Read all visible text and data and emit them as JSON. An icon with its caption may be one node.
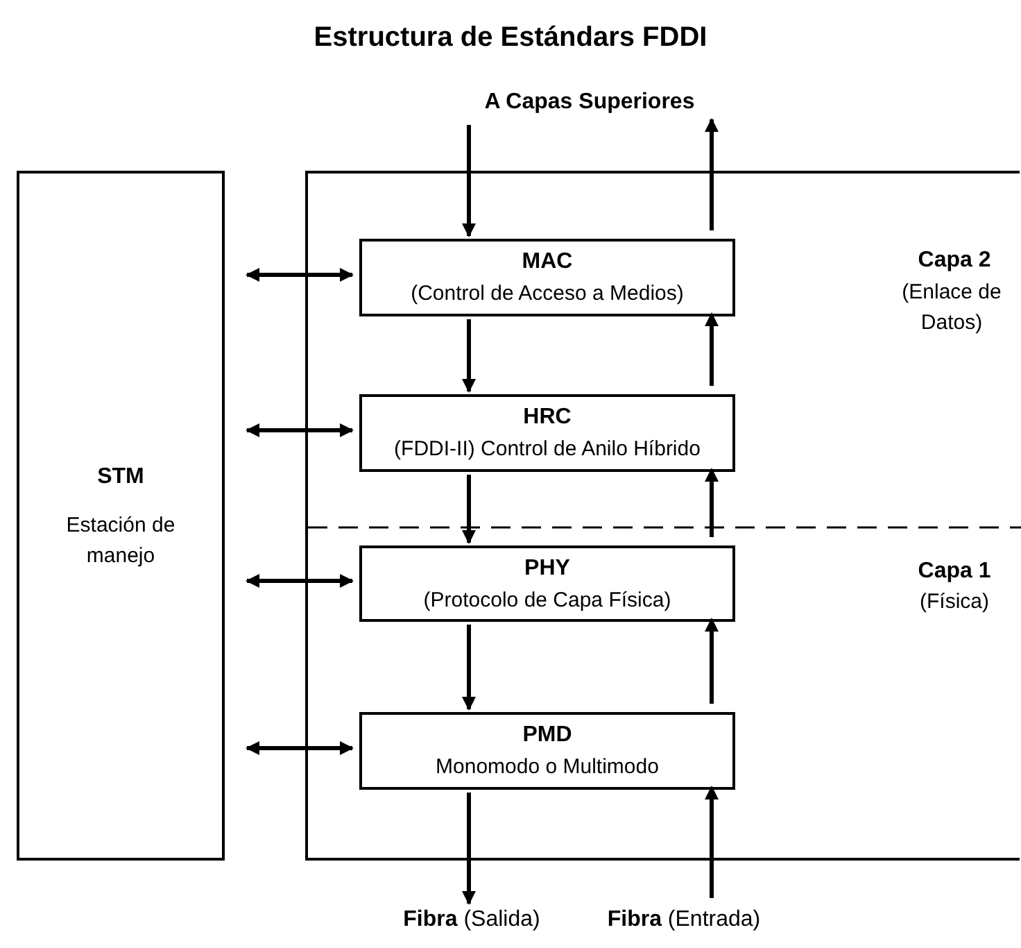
{
  "diagram": {
    "title": "Estructura de Estándars FDDI",
    "nodes": [
      {
        "text": [
          "STM",
          "Estación de manejo"
        ]
      },
      {
        "text": [],
        "shape": "box"
      },
      {
        "text": [
          "MAC",
          "(Control de Acceso a Medios)"
        ],
        "in": 1
      },
      {
        "text": [
          "HRC",
          "(FDDI-II) Control de Anilo Híbrido"
        ],
        "in": 1
      },
      {
        "text": [
          "PHY",
          "(Protocolo de Capa Física)"
        ],
        "in": 1
      },
      {
        "text": [
          "PMD",
          "Monomodo o Multimodo"
        ],
        "in": 1
      },
      {
        "text": [
          "A Capas Superiores"
        ]
      },
      {
        "text": [
          "**Fibra** (Salida)"
        ]
      },
      {
        "text": [
          "**Fibra** (Entrada)"
        ]
      }
    ],
    "edges": [
      {
        "from": 6,
        "to": 2,
        "arrow": "to"
      },
      {
        "from": 2,
        "to": 6,
        "arrow": "to"
      },
      {
        "from": 2,
        "to": 3,
        "arrow": "to"
      },
      {
        "from": 3,
        "to": 2,
        "arrow": "to"
      },
      {
        "from": 3,
        "to": 4,
        "arrow": "to"
      },
      {
        "from": 4,
        "to": 3,
        "arrow": "to"
      },
      {
        "from": 4,
        "to": 5,
        "arrow": "to"
      },
      {
        "from": 5,
        "to": 4,
        "arrow": "to"
      },
      {
        "from": 5,
        "to": 7,
        "arrow": "to"
      },
      {
        "from": 8,
        "to": 5,
        "arrow": "to"
      },
      {
        "from": 0,
        "to": 2,
        "arrow": "both"
      },
      {
        "from": 0,
        "to": 3,
        "arrow": "both"
      },
      {
        "from": 0,
        "to": 4,
        "arrow": "both"
      },
      {
        "from": 0,
        "to": 5,
        "arrow": "both"
      }
    ],
    "labels": [
      "Capa 2",
      "(Enlace de Datos)",
      "Capa 1",
      "(Física)"
    ]
  }
}
